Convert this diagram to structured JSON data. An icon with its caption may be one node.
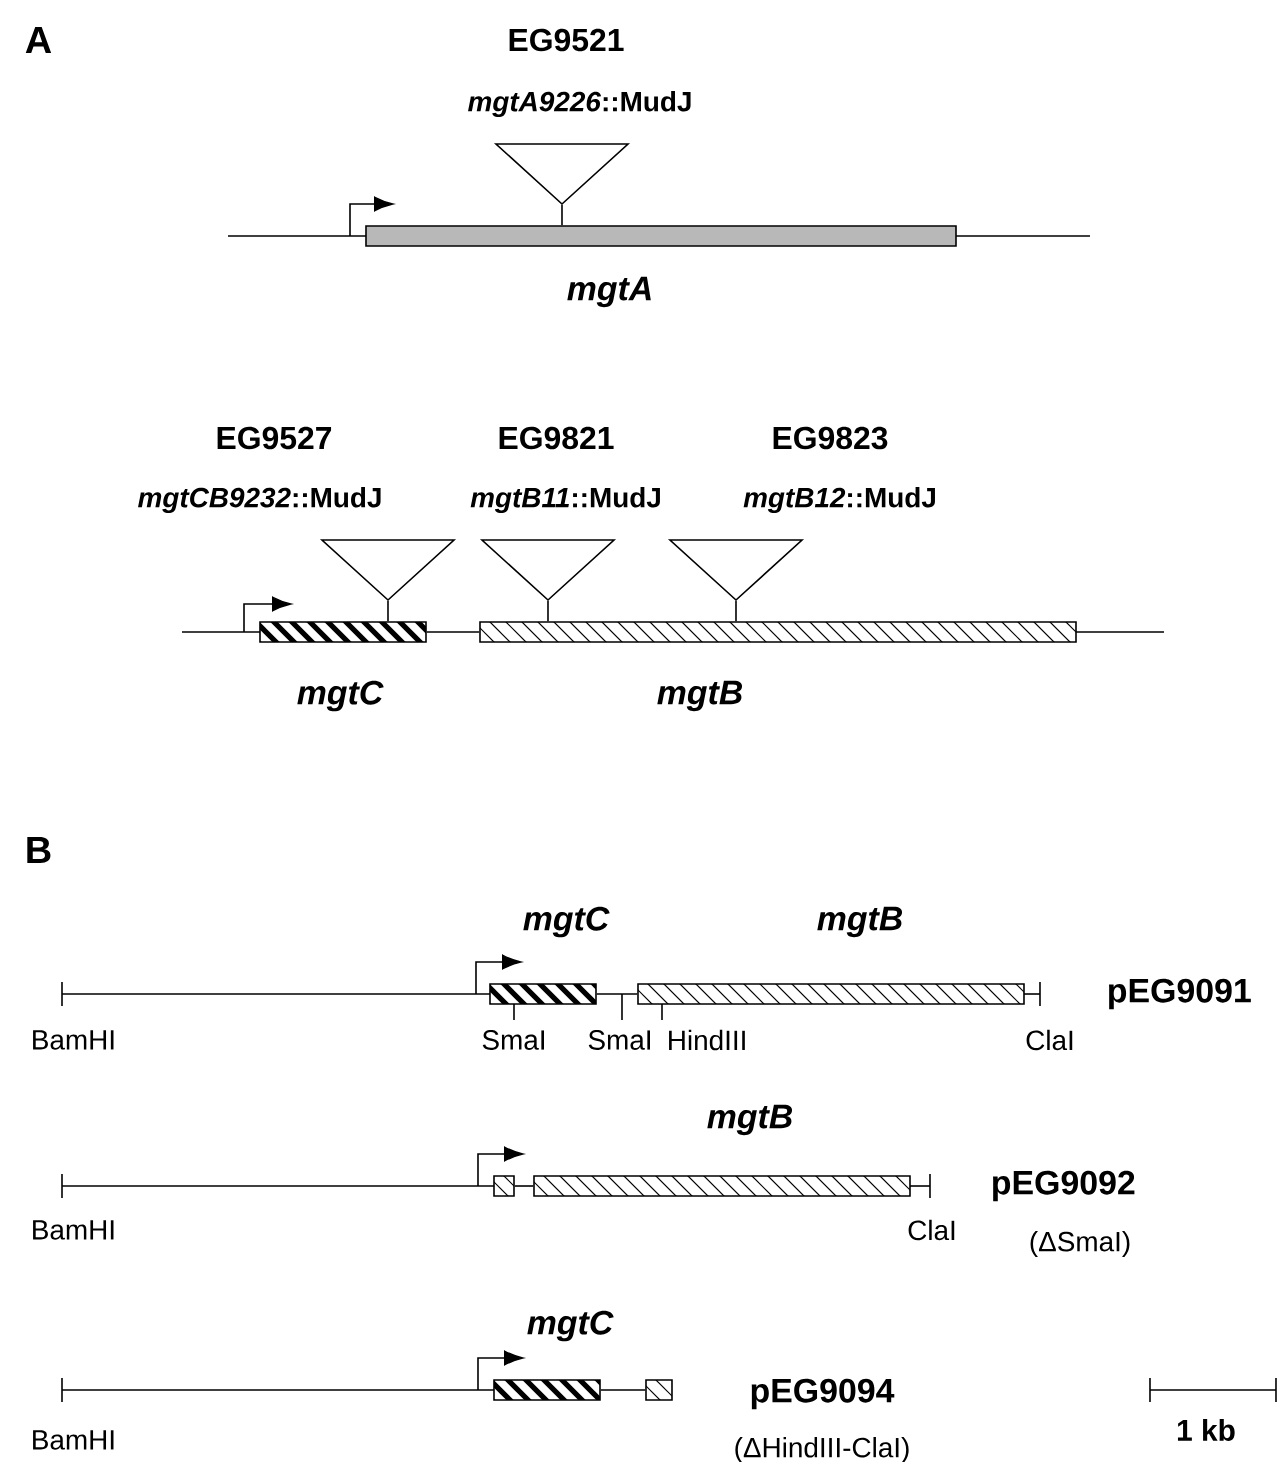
{
  "diagram": {
    "nodes": [
      {
        "text": [
          "EG9521",
          "*mgtA9226*::MudJ"
        ]
      },
      {
        "text": [
          "mgtA"
        ]
      },
      {
        "text": [
          "EG9527",
          "*mgtCB9232*::MudJ"
        ]
      },
      {
        "text": [
          "EG9821",
          "*mgtB11*::MudJ"
        ]
      },
      {
        "text": [
          "EG9823",
          "*mgtB12*::MudJ"
        ]
      },
      {
        "text": [
          "mgtC"
        ]
      },
      {
        "text": [
          "mgtB"
        ]
      },
      {
        "text": [
          "mgtC"
        ]
      },
      {
        "text": [
          "mgtB"
        ]
      },
      {
        "text": [],
        "shape": "bar"
      },
      {
        "text": [
          "mgtB"
        ]
      },
      {
        "text": [
          "mgtC"
        ]
      },
      {
        "text": [],
        "shape": "bar"
      }
    ],
    "edges": [
      {
        "from": 0,
        "to": 1,
        "arrow": "none"
      },
      {
        "from": 2,
        "to": 5,
        "arrow": "none"
      },
      {
        "from": 3,
        "to": 6,
        "arrow": "none"
      },
      {
        "from": 4,
        "to": 6,
        "arrow": "none"
      },
      {
        "from": 5,
        "to": 6,
        "arrow": "none"
      },
      {
        "from": 7,
        "to": 8,
        "arrow": "none"
      },
      {
        "from": 9,
        "to": 10,
        "arrow": "none"
      },
      {
        "from": 11,
        "to": 12,
        "arrow": "none"
      }
    ],
    "labels": [
      "A",
      "B",
      "pEG9091",
      "BamHI",
      "SmaI",
      "SmaI",
      "HindIII",
      "ClaI",
      "pEG9092",
      "BamHI",
      "ClaI",
      "(ΔSmaI)",
      "pEG9094",
      "BamHI",
      "(ΔHindIII-ClaI)",
      "1 kb"
    ]
  }
}
